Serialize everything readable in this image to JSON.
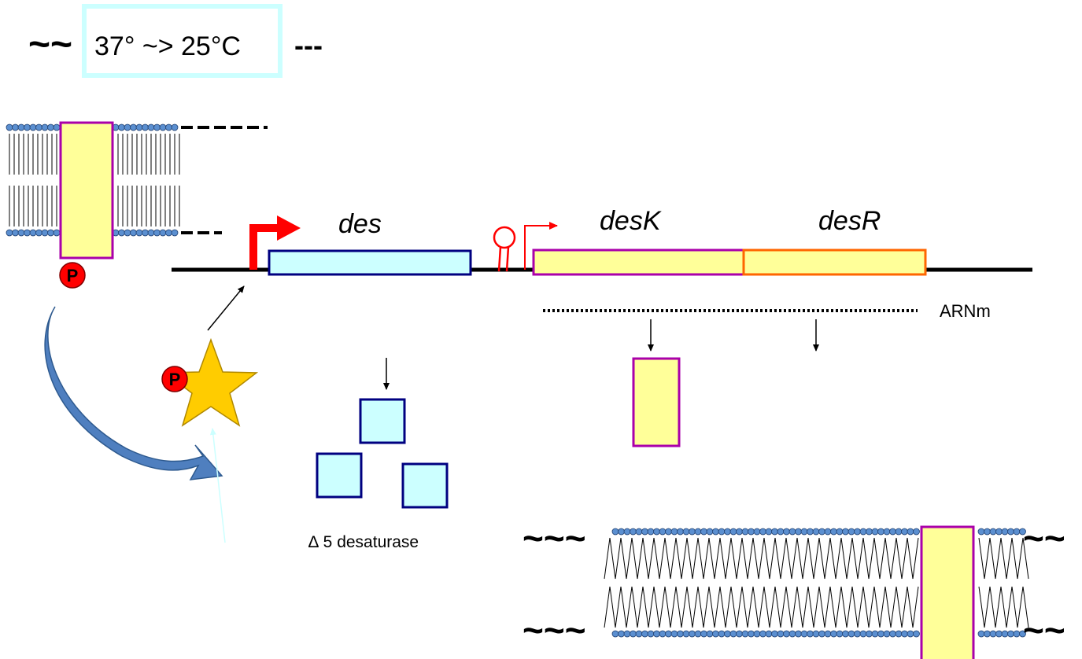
{
  "temperature": {
    "wave": "~~",
    "label": "37° ~> 25°C",
    "dash": "---"
  },
  "genes": {
    "des": "des",
    "desK": "desK",
    "desR": "desR"
  },
  "mrna_label": "ARNm",
  "product_label": "∆ 5 desaturase",
  "phospho_label": "P",
  "membrane_waves": {
    "left": "~~~",
    "right": "~~"
  },
  "colors": {
    "des_fill": "#ccffff",
    "des_border": "#000080",
    "desK_fill": "#ffff99",
    "desK_border": "#aa00aa",
    "desR_fill": "#ffff99",
    "desR_border": "#ff6600",
    "promoter": "#ff0000",
    "lipid_head": "#5b8fd0",
    "star": "#ffcc00",
    "arrow_blue": "#4f7fbf",
    "temp_box": "#ccffff"
  }
}
